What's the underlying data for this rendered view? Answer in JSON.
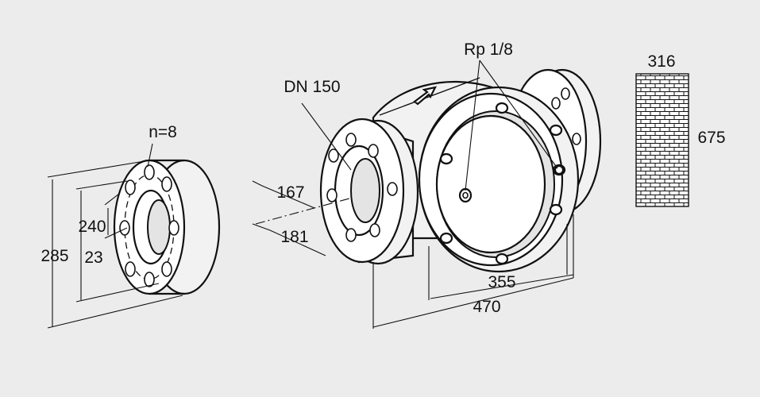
{
  "labels": {
    "bolt_count": "n=8",
    "bolt_circle_diameter": "240",
    "flange_outer_diameter": "285",
    "bolt_hole_diameter": "23",
    "nominal_size": "DN 150",
    "flange_thickness_a": "167",
    "flange_thickness_b": "181",
    "test_port": "Rp 1/8",
    "body_length": "355",
    "overall_length": "470",
    "filter_width": "316",
    "filter_height": "675"
  }
}
